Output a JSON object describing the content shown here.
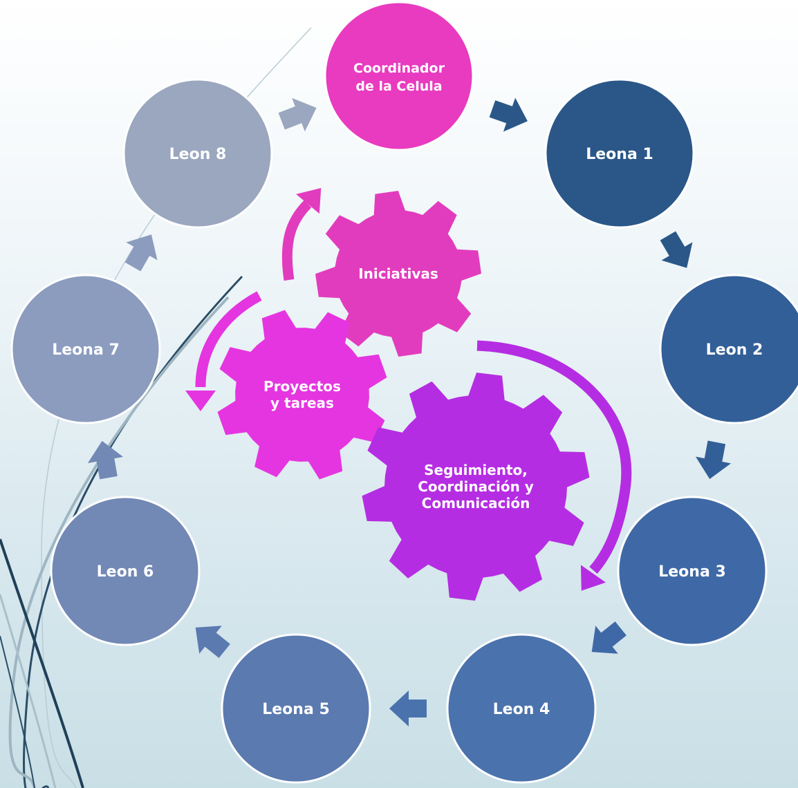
{
  "cycle": {
    "coordinator": {
      "label_line1": "Coordinador",
      "label_line2": "de la Celula",
      "color": "#e83bbf"
    },
    "members": [
      {
        "label": "Leona 1",
        "color": "#2a5788"
      },
      {
        "label": "Leon 2",
        "color": "#335f98"
      },
      {
        "label": "Leona 3",
        "color": "#3f69a6"
      },
      {
        "label": "Leon 4",
        "color": "#4a72ad"
      },
      {
        "label": "Leona 5",
        "color": "#5a7ab0"
      },
      {
        "label": "Leon 6",
        "color": "#7288b5"
      },
      {
        "label": "Leona 7",
        "color": "#8b9cbe"
      },
      {
        "label": "Leon 8",
        "color": "#9aa7bf"
      }
    ]
  },
  "gears": [
    {
      "label_lines": [
        "Iniciativas"
      ],
      "color": "#e23cbe"
    },
    {
      "label_lines": [
        "Proyectos",
        "y tareas"
      ],
      "color": "#e535e0"
    },
    {
      "label_lines": [
        "Seguimiento,",
        "Coordinación y",
        "Comunicación"
      ],
      "color": "#b52de2"
    }
  ],
  "colors": {
    "text": "#ffffff",
    "circle_stroke": "#ffffff",
    "arrow_pink": "#e23cbe",
    "arrow_magenta": "#e535e0",
    "arrow_purple": "#b52de2"
  }
}
